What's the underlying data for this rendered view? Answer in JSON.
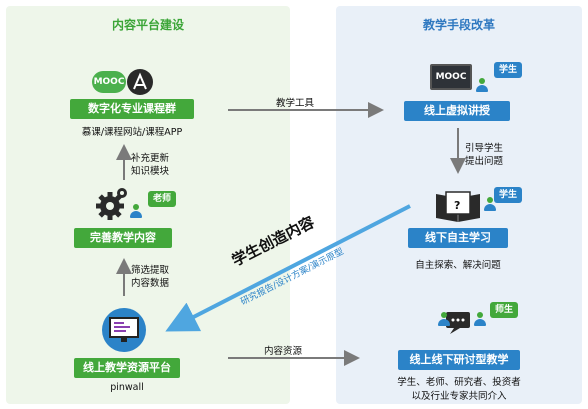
{
  "left_panel": {
    "title": "内容平台建设",
    "node1_label": "数字化专业课程群",
    "node1_sub": "慕课/课程网站/课程APP",
    "arrow1_text_line1": "补充更新",
    "arrow1_text_line2": "知识模块",
    "badge_teacher": "老师",
    "node2_label": "完善教学内容",
    "arrow2_text_line1": "筛选提取",
    "arrow2_text_line2": "内容数据",
    "node3_label": "线上教学资源平台",
    "node3_sub": "pinwall",
    "mooc_text": "MOOC"
  },
  "right_panel": {
    "title": "教学手段改革",
    "badge_student1": "学生",
    "node1_label": "线上虚拟讲授",
    "arrow1_text_line1": "引导学生",
    "arrow1_text_line2": "提出问题",
    "badge_student2": "学生",
    "node2_label": "线下自主学习",
    "node2_sub": "自主探索、解决问题",
    "badge_teacher_student": "师生",
    "node3_label": "线上线下研讨型教学",
    "node3_sub_line1": "学生、老师、研究者、投资者",
    "node3_sub_line2": "以及行业专家共同介入",
    "mooc_text": "MOOC",
    "question_mark": "?"
  },
  "connectors": {
    "top_label": "教学工具",
    "bottom_label": "内容资源",
    "diagonal_main": "学生创造内容",
    "diagonal_sub": "研究报告/设计方案/演示原型"
  },
  "colors": {
    "green": "#43a83b",
    "blue": "#2b83c8",
    "arrow_gray": "#7a7a7a",
    "diagonal_blue": "#4fa6e0"
  }
}
